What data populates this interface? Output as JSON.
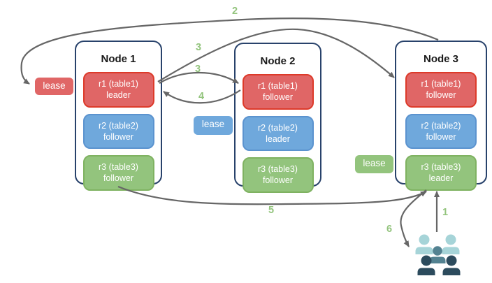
{
  "nodes": [
    {
      "title": "Node 1",
      "replicas": [
        {
          "name": "r1 (table1)",
          "role": "leader",
          "color": "#e06666"
        },
        {
          "name": "r2 (table2)",
          "role": "follower",
          "color": "#6fa8dc"
        },
        {
          "name": "r3 (table3)",
          "role": "follower",
          "color": "#93c47d"
        }
      ]
    },
    {
      "title": "Node 2",
      "replicas": [
        {
          "name": "r1 (table1)",
          "role": "follower",
          "color": "#e06666"
        },
        {
          "name": "r2 (table2)",
          "role": "leader",
          "color": "#6fa8dc"
        },
        {
          "name": "r3 (table3)",
          "role": "follower",
          "color": "#93c47d"
        }
      ]
    },
    {
      "title": "Node 3",
      "replicas": [
        {
          "name": "r1 (table1)",
          "role": "follower",
          "color": "#e06666"
        },
        {
          "name": "r2 (table2)",
          "role": "follower",
          "color": "#6fa8dc"
        },
        {
          "name": "r3 (table3)",
          "role": "leader",
          "color": "#93c47d"
        }
      ]
    }
  ],
  "leases": [
    {
      "label": "lease",
      "color": "#e06666"
    },
    {
      "label": "lease",
      "color": "#6fa8dc"
    },
    {
      "label": "lease",
      "color": "#93c47d"
    }
  ],
  "steps": {
    "s1": "1",
    "s2": "2",
    "s3a": "3",
    "s3b": "3",
    "s4": "4",
    "s5": "5",
    "s6": "6"
  },
  "icons": {
    "users": "users-group-icon"
  },
  "colors": {
    "arrow": "#666666",
    "step_label": "#93c47d",
    "node_border": "#28426b",
    "red_fill": "#e06666",
    "red_border": "#dd3a2a",
    "blue_fill": "#6fa8dc",
    "blue_border": "#5b93cf",
    "green_fill": "#93c47d",
    "green_border": "#7fb261",
    "users_light": "#a6d4d8",
    "users_mid": "#538291",
    "users_dark": "#2c4b5d"
  }
}
